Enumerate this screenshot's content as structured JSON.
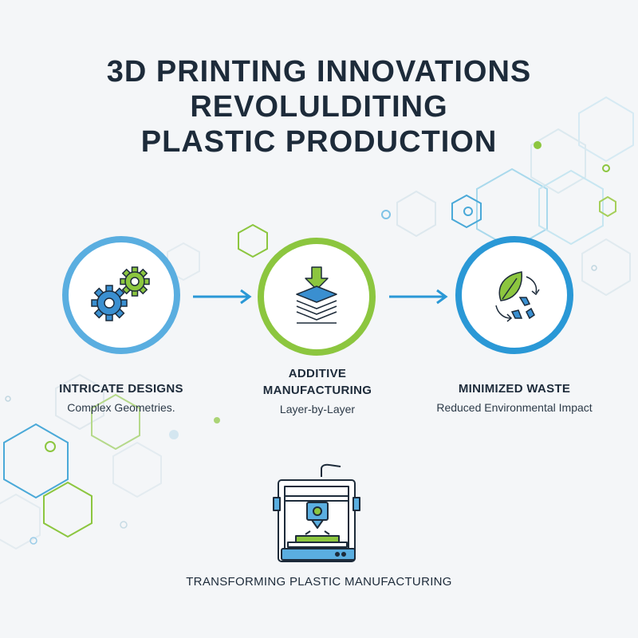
{
  "title": {
    "line1": "3D PRINTING INNOVATIONS",
    "line2": "REVOLULDITING",
    "line3": "PLASTIC PRODUCTION"
  },
  "steps": [
    {
      "title_line1": "INTRICATE DESIGNS",
      "title_line2": "",
      "subtitle": "Complex Geometries.",
      "icon": "gears-icon",
      "ring_color": "#5aaee0"
    },
    {
      "title_line1": "ADDITIVE",
      "title_line2": "MANUFACTURING",
      "subtitle": "Layer-by-Layer",
      "icon": "layer-stack-icon",
      "ring_color": "#8cc63f"
    },
    {
      "title_line1": "MINIMIZED WASTE",
      "title_line2": "",
      "subtitle": "Reduced Environmental Impact",
      "icon": "leaf-recycle-icon",
      "ring_color": "#2a98d6"
    }
  ],
  "footer": {
    "caption": "TRANSFORMING PLASTIC MANUFACTURING",
    "icon": "3d-printer-icon"
  },
  "colors": {
    "blue": "#2a98d6",
    "light_blue": "#5aaee0",
    "green": "#8cc63f",
    "navy": "#1d2b3a"
  }
}
